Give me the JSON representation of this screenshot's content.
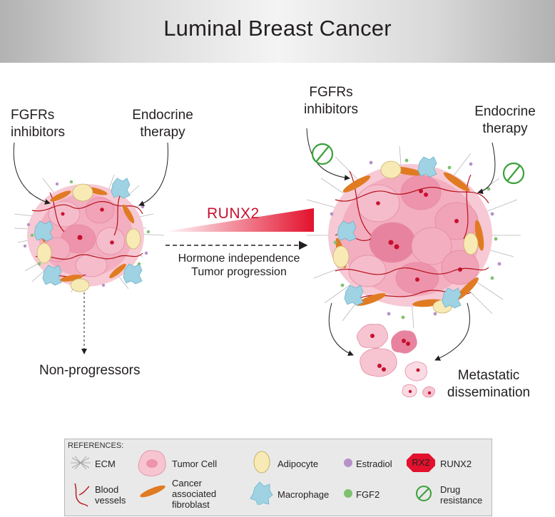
{
  "title": "Luminal Breast Cancer",
  "left": {
    "fgfr_label": [
      "FGFRs",
      "inhibitors"
    ],
    "endocrine_label": [
      "Endocrine",
      "therapy"
    ],
    "outcome": "Non-progressors"
  },
  "middle": {
    "gradient_label": "RUNX2",
    "progression": [
      "Hormone independence",
      "Tumor progression"
    ]
  },
  "right": {
    "fgfr_label": [
      "FGFRs",
      "inhibitors"
    ],
    "endocrine_label": [
      "Endocrine",
      "therapy"
    ],
    "outcome": [
      "Metastatic",
      "dissemination"
    ]
  },
  "legend": {
    "title": "REFERENCES:",
    "items": {
      "ecm": "ECM",
      "tumor_cell": "Tumor Cell",
      "adipocyte": "Adipocyte",
      "estradiol": "Estradiol",
      "runx2_symbol": "RX2",
      "runx2": "RUNX2",
      "blood": [
        "Blood",
        "vessels"
      ],
      "caf": [
        "Cancer",
        "associated",
        "fibroblast"
      ],
      "macrophage": "Macrophage",
      "fgf2": "FGF2",
      "drug": [
        "Drug",
        "resistance"
      ]
    }
  },
  "colors": {
    "tumor_pink": "#f4b6c6",
    "tumor_dark": "#e06d91",
    "nucleus": "#c8102e",
    "vessel": "#b5121b",
    "fibroblast": "#e07b22",
    "adipocyte": "#f8eab5",
    "macrophage": "#9fd3e4",
    "estradiol": "#b691c8",
    "fgf2": "#7ec26f",
    "drug_resistance": "#3aa13a",
    "runx2": "#e3112d"
  }
}
